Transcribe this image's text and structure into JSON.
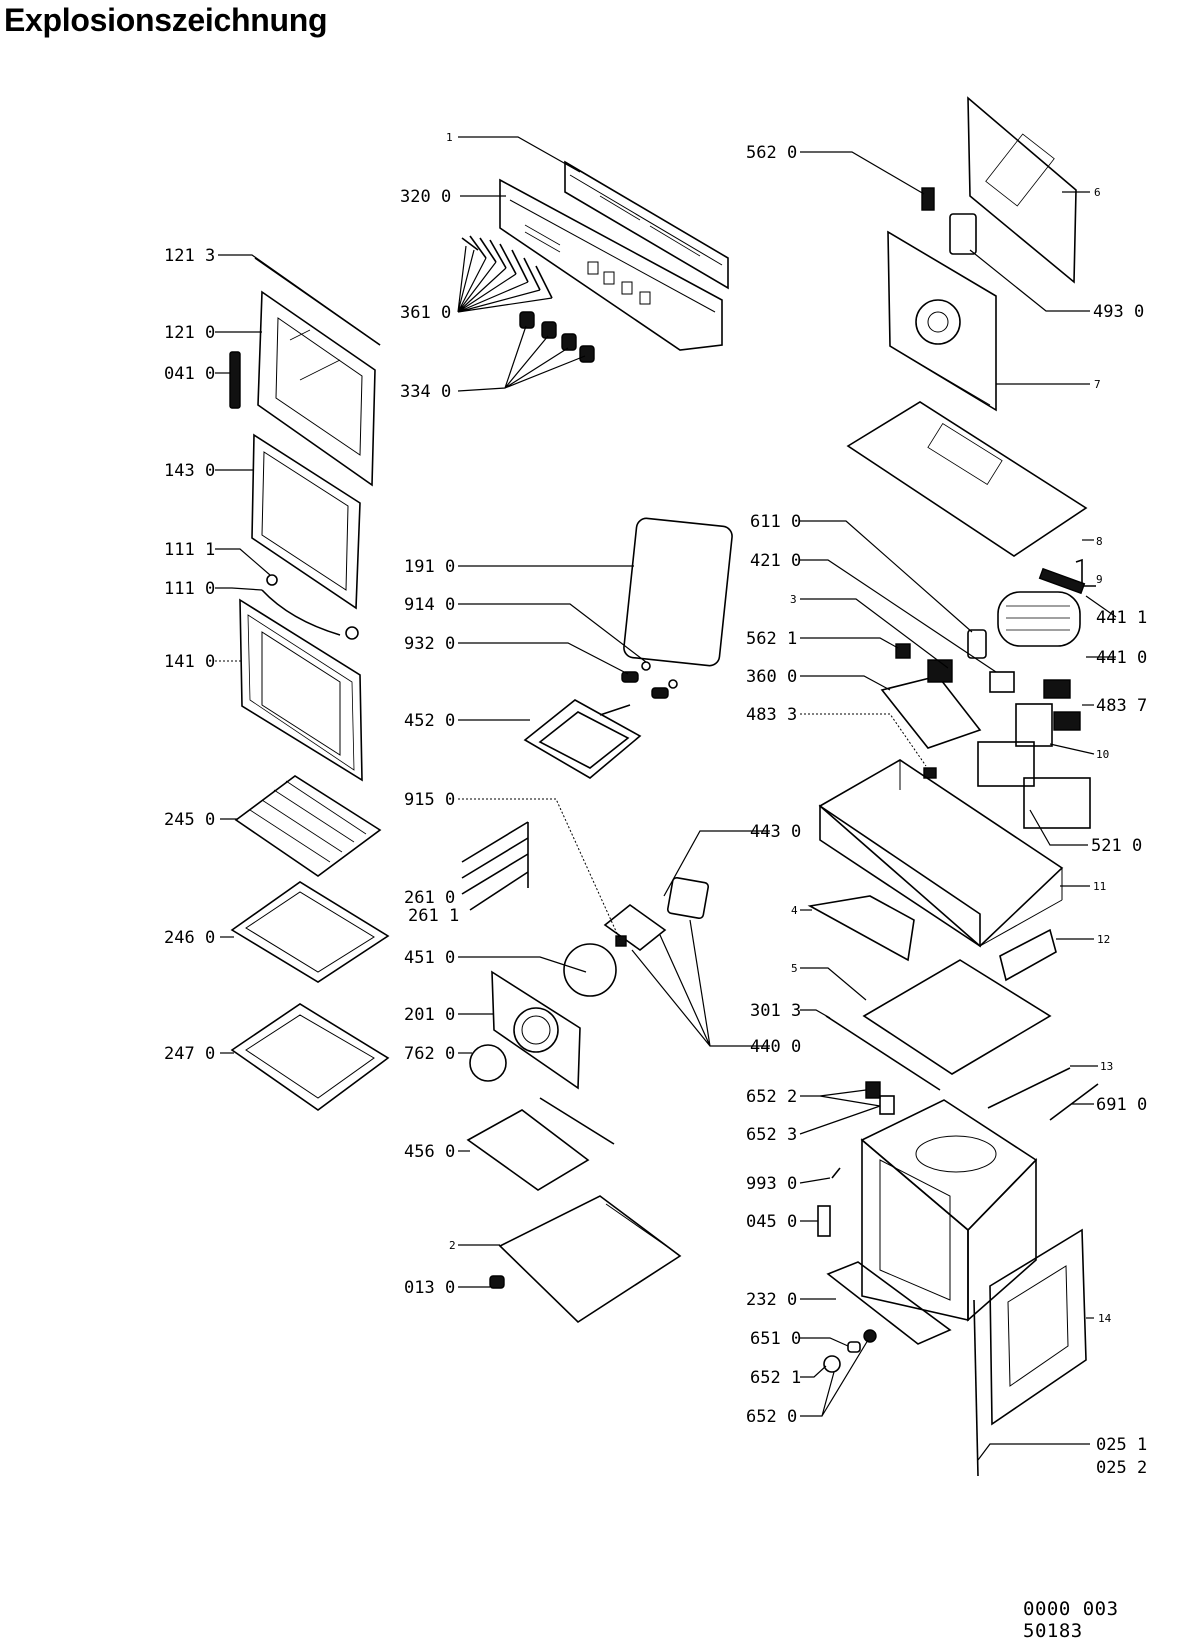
{
  "title": "Explosionszeichnung",
  "drawing_number": "0000 003 50183",
  "labels": [
    {
      "id": "1",
      "text": "1"
    },
    {
      "id": "320-0",
      "text": "320 0"
    },
    {
      "id": "361-0",
      "text": "361 0"
    },
    {
      "id": "334-0",
      "text": "334 0"
    },
    {
      "id": "121-3",
      "text": "121 3"
    },
    {
      "id": "121-0",
      "text": "121 0"
    },
    {
      "id": "041-0",
      "text": "041 0"
    },
    {
      "id": "143-0",
      "text": "143 0"
    },
    {
      "id": "111-1",
      "text": "111 1"
    },
    {
      "id": "111-0",
      "text": "111 0"
    },
    {
      "id": "141-0",
      "text": "141 0"
    },
    {
      "id": "245-0",
      "text": "245 0"
    },
    {
      "id": "246-0",
      "text": "246 0"
    },
    {
      "id": "247-0",
      "text": "247 0"
    },
    {
      "id": "191-0",
      "text": "191 0"
    },
    {
      "id": "914-0",
      "text": "914 0"
    },
    {
      "id": "932-0",
      "text": "932 0"
    },
    {
      "id": "452-0",
      "text": "452 0"
    },
    {
      "id": "915-0",
      "text": "915 0"
    },
    {
      "id": "261-0",
      "text": "261 0"
    },
    {
      "id": "261-1",
      "text": "261 1"
    },
    {
      "id": "451-0",
      "text": "451 0"
    },
    {
      "id": "201-0",
      "text": "201 0"
    },
    {
      "id": "762-0",
      "text": "762 0"
    },
    {
      "id": "456-0",
      "text": "456 0"
    },
    {
      "id": "2",
      "text": "2"
    },
    {
      "id": "013-0",
      "text": "013 0"
    },
    {
      "id": "562-0",
      "text": "562 0"
    },
    {
      "id": "6",
      "text": "6"
    },
    {
      "id": "493-0",
      "text": "493 0"
    },
    {
      "id": "7",
      "text": "7"
    },
    {
      "id": "8",
      "text": "8"
    },
    {
      "id": "611-0",
      "text": "611 0"
    },
    {
      "id": "421-0",
      "text": "421 0"
    },
    {
      "id": "9",
      "text": "9"
    },
    {
      "id": "3",
      "text": "3"
    },
    {
      "id": "441-1",
      "text": "441 1"
    },
    {
      "id": "562-1",
      "text": "562 1"
    },
    {
      "id": "441-0",
      "text": "441 0"
    },
    {
      "id": "360-0",
      "text": "360 0"
    },
    {
      "id": "483-7",
      "text": "483 7"
    },
    {
      "id": "483-3",
      "text": "483 3"
    },
    {
      "id": "10",
      "text": "10"
    },
    {
      "id": "443-0",
      "text": "443 0"
    },
    {
      "id": "521-0",
      "text": "521 0"
    },
    {
      "id": "11",
      "text": "11"
    },
    {
      "id": "4",
      "text": "4"
    },
    {
      "id": "12",
      "text": "12"
    },
    {
      "id": "5",
      "text": "5"
    },
    {
      "id": "301-3",
      "text": "301 3"
    },
    {
      "id": "440-0",
      "text": "440 0"
    },
    {
      "id": "13",
      "text": "13"
    },
    {
      "id": "652-2",
      "text": "652 2"
    },
    {
      "id": "691-0",
      "text": "691 0"
    },
    {
      "id": "652-3",
      "text": "652 3"
    },
    {
      "id": "993-0",
      "text": "993 0"
    },
    {
      "id": "045-0",
      "text": "045 0"
    },
    {
      "id": "232-0",
      "text": "232 0"
    },
    {
      "id": "14",
      "text": "14"
    },
    {
      "id": "651-0",
      "text": "651 0"
    },
    {
      "id": "652-1",
      "text": "652 1"
    },
    {
      "id": "652-0",
      "text": "652 0"
    },
    {
      "id": "025-1",
      "text": "025 1"
    },
    {
      "id": "025-2",
      "text": "025 2"
    }
  ]
}
